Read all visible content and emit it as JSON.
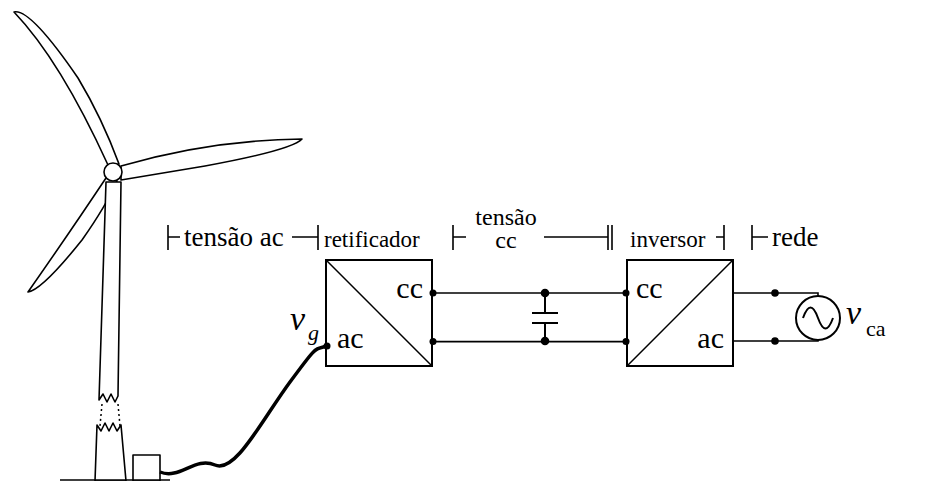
{
  "diagram": {
    "nodes": [
      {
        "text": [
          "cc",
          "ac"
        ]
      },
      {
        "text": [
          "cc",
          "ac"
        ]
      }
    ],
    "edges": [
      {
        "from": 0,
        "to": 1,
        "arrow": "none"
      },
      {
        "from": 0,
        "to": 1,
        "arrow": "none"
      }
    ],
    "labels": [
      "tensão ac",
      "retificador",
      "tensão cc",
      "inversor",
      "rede",
      "v",
      "g",
      "v",
      "ca"
    ]
  }
}
